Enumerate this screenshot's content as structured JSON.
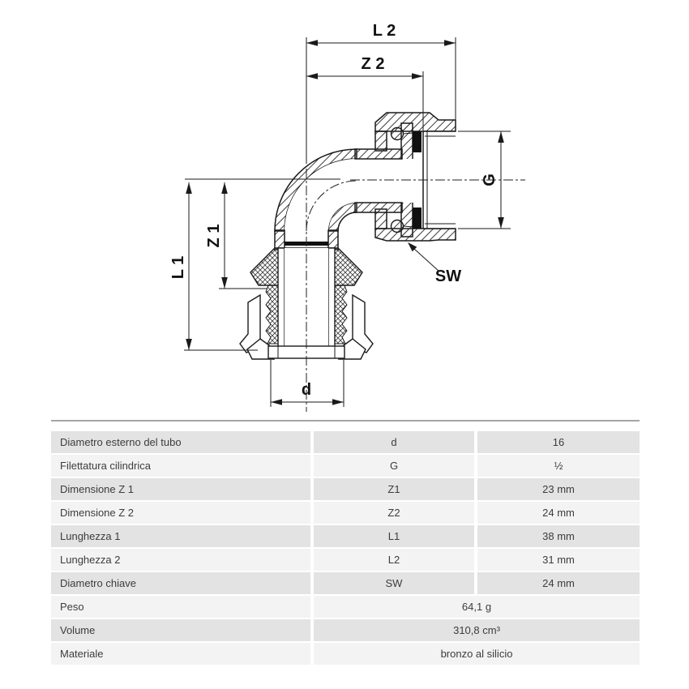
{
  "drawing": {
    "labels": {
      "l2": "L 2",
      "z2": "Z 2",
      "z1": "Z 1",
      "l1": "L 1",
      "g": "G",
      "sw": "SW",
      "d": "d"
    }
  },
  "table": {
    "rows": [
      {
        "label": "Diametro esterno del tubo",
        "symbol": "d",
        "value": "16",
        "merged": false
      },
      {
        "label": "Filettatura cilindrica",
        "symbol": "G",
        "value": "½",
        "merged": false
      },
      {
        "label": "Dimensione Z 1",
        "symbol": "Z1",
        "value": "23 mm",
        "merged": false
      },
      {
        "label": "Dimensione Z 2",
        "symbol": "Z2",
        "value": "24 mm",
        "merged": false
      },
      {
        "label": "Lunghezza 1",
        "symbol": "L1",
        "value": "38 mm",
        "merged": false
      },
      {
        "label": "Lunghezza 2",
        "symbol": "L2",
        "value": "31 mm",
        "merged": false
      },
      {
        "label": "Diametro chiave",
        "symbol": "SW",
        "value": "24 mm",
        "merged": false
      },
      {
        "label": "Peso",
        "symbol": "",
        "value": "64,1 g",
        "merged": true
      },
      {
        "label": "Volume",
        "symbol": "",
        "value": "310,8 cm³",
        "merged": true
      },
      {
        "label": "Materiale",
        "symbol": "",
        "value": "bronzo al silicio",
        "merged": true
      }
    ]
  },
  "colors": {
    "row_dark": "#e3e3e3",
    "row_light": "#f3f3f3",
    "table_text": "#3c3c3c",
    "table_top_border": "#a6a6a6",
    "drawing_line": "#1a1a1a",
    "seal_black": "#111111"
  }
}
